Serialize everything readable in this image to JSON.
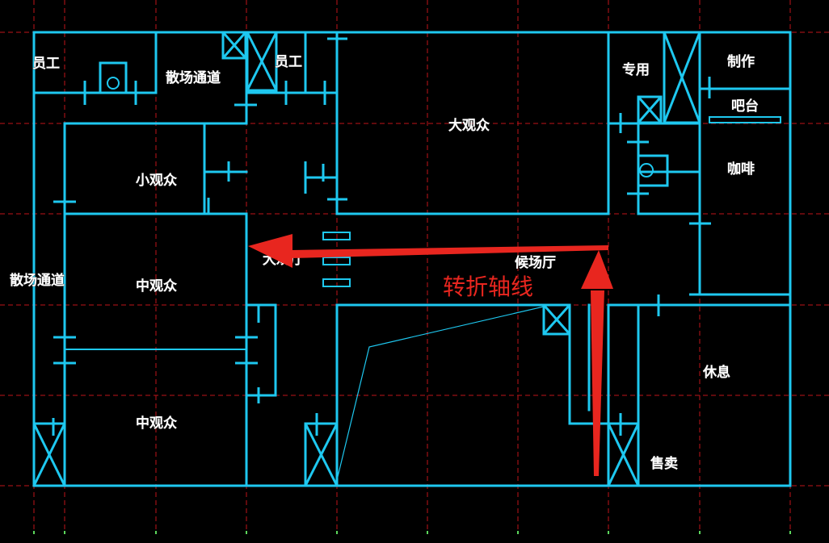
{
  "colors": {
    "background": "#000000",
    "wall": "#1ec8f0",
    "grid_line": "#c0141a",
    "grid_tick": "#5cd65c",
    "label": "#ffffff",
    "annotation": "#e8261f"
  },
  "rooms": {
    "staff_left": "员工",
    "evacuation_top": "散场通道",
    "staff_mid": "员工",
    "large_audience": "大观众",
    "dedicated": "专用",
    "production": "制作",
    "bar": "吧台",
    "coffee": "咖啡",
    "small_audience": "小观众",
    "medium_audience_1": "中观众",
    "medium_audience_2": "中观众",
    "evacuation_left": "散场通道",
    "big_hall": "大观厅",
    "waiting_hall": "候场厅",
    "rest": "休息",
    "shop": "售卖"
  },
  "annotation": {
    "label": "转折轴线",
    "arrow_color": "#e8261f"
  },
  "icons": [
    "elevator-icon",
    "toilet-icon",
    "column-icon",
    "door-icon"
  ]
}
